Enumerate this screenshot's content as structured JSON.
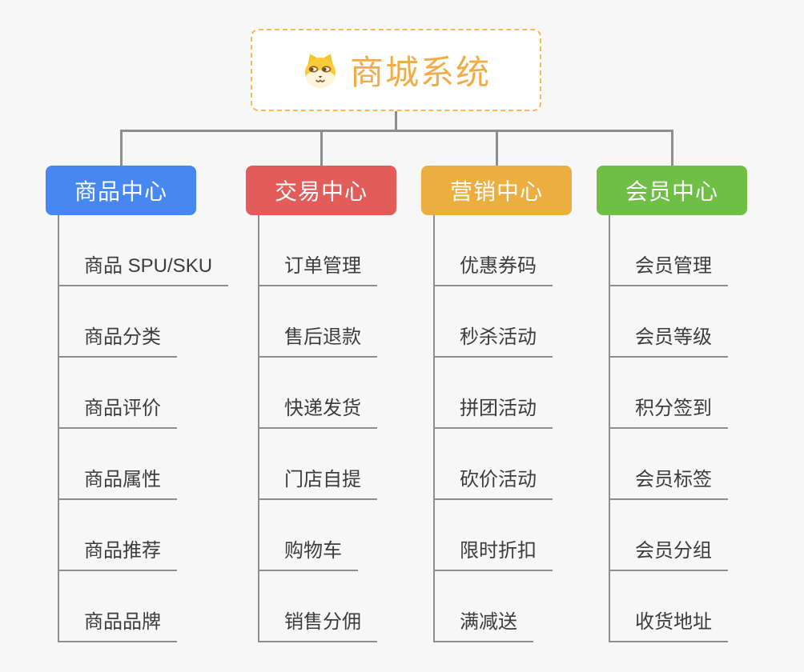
{
  "root": {
    "title": "商城系统",
    "icon": "shiba-dog-face-icon",
    "border_color": "#f7ba55",
    "text_color": "#f0ac49"
  },
  "connector_color": "#8d8d8d",
  "branches": [
    {
      "label": "商品中心",
      "color": "#4787f0",
      "items": [
        "商品 SPU/SKU",
        "商品分类",
        "商品评价",
        "商品属性",
        "商品推荐",
        "商品品牌"
      ]
    },
    {
      "label": "交易中心",
      "color": "#e25c5a",
      "items": [
        "订单管理",
        "售后退款",
        "快递发货",
        "门店自提",
        "购物车",
        "销售分佣"
      ]
    },
    {
      "label": "营销中心",
      "color": "#ecad41",
      "items": [
        "优惠券码",
        "秒杀活动",
        "拼团活动",
        "砍价活动",
        "限时折扣",
        "满减送"
      ]
    },
    {
      "label": "会员中心",
      "color": "#6fbe45",
      "items": [
        "会员管理",
        "会员等级",
        "积分签到",
        "会员标签",
        "会员分组",
        "收货地址"
      ]
    }
  ]
}
